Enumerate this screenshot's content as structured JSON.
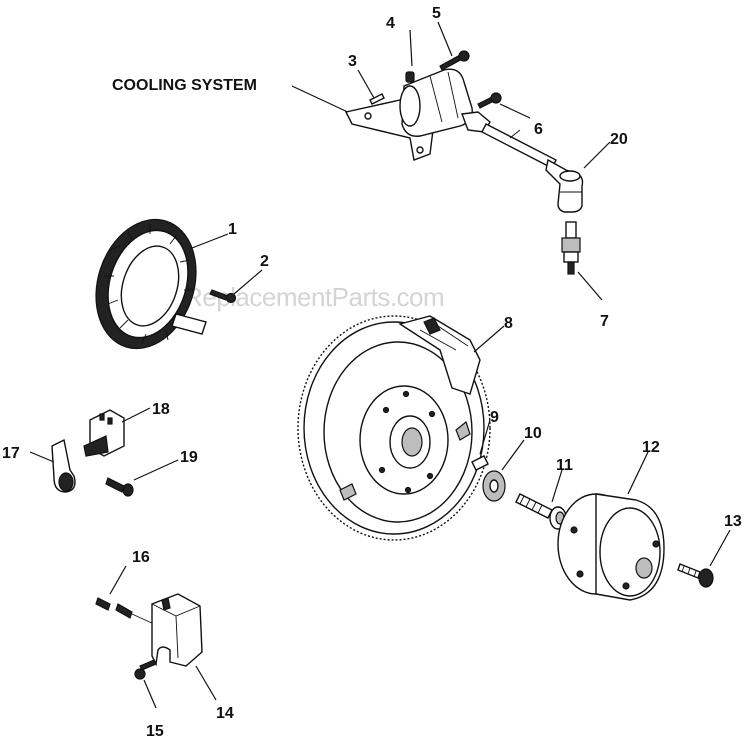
{
  "watermark": "eReplacementParts.com",
  "section_label": "COOLING SYSTEM",
  "callouts": {
    "c1": "1",
    "c2": "2",
    "c3": "3",
    "c4": "4",
    "c5": "5",
    "c6": "6",
    "c7": "7",
    "c8": "8",
    "c9": "9",
    "c10": "10",
    "c11": "11",
    "c12": "12",
    "c13": "13",
    "c14": "14",
    "c15": "15",
    "c16": "16",
    "c17": "17",
    "c18": "18",
    "c19": "19",
    "c20": "20"
  }
}
